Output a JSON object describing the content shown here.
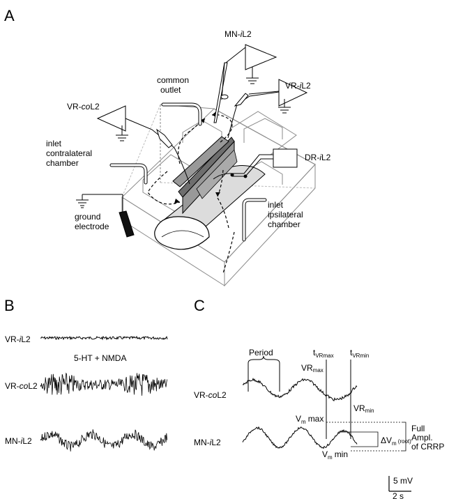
{
  "panels": {
    "a": "A",
    "b": "B",
    "c": "C"
  },
  "panel_a": {
    "mn_prefix": "MN-",
    "mn_i": "i",
    "mn_suffix": "L2",
    "vri_prefix": "VR-",
    "vri_i": "i",
    "vri_suffix": "L2",
    "vrco_prefix": "VR-",
    "vrco_co": "co",
    "vrco_suffix": "L2",
    "dr_prefix": "DR-",
    "dr_i": "i",
    "dr_suffix": "L2",
    "common_line1": "common",
    "common_line2": "outlet",
    "inlet_contra_1": "inlet",
    "inlet_contra_2": "contralateral",
    "inlet_contra_3": "chamber",
    "ground_1": "ground",
    "ground_2": "electrode",
    "inlet_ipsi_1": "inlet",
    "inlet_ipsi_2": "ipsilateral",
    "inlet_ipsi_3": "chamber"
  },
  "panel_b": {
    "vri_prefix": "VR-",
    "vri_i": "i",
    "vri_suffix": "L2",
    "drug": "5-HT + NMDA",
    "vrco_prefix": "VR-",
    "vrco_co": "co",
    "vrco_suffix": "L2",
    "mn_prefix": "MN-",
    "mn_i": "i",
    "mn_suffix": "L2"
  },
  "panel_c": {
    "period": "Period",
    "t": "t",
    "vrmax_sub": "VRmax",
    "vrmin_sub": "VRmin",
    "vr": "VR",
    "max": "max",
    "min": "min",
    "vrco_prefix": "VR-",
    "vrco_co": "co",
    "vrco_suffix": "L2",
    "mn_prefix": "MN-",
    "mn_i": "i",
    "mn_suffix": "L2",
    "v": "V",
    "m": "m",
    "delta": "ΔV",
    "root": "(root)",
    "full1": "Full",
    "full2": "Ampl.",
    "full3": "of CRRP",
    "scale_mv": "5 mV",
    "scale_s": "2 s"
  },
  "colors": {
    "ink": "#000000",
    "tissue": "#999999",
    "tissue_dark": "#6e6e6e",
    "box": "#8a8a8a"
  }
}
